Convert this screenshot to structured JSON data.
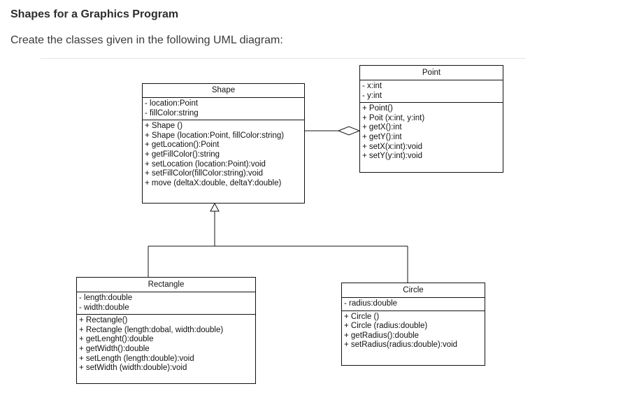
{
  "header": {
    "title": "Shapes for a Graphics Program",
    "instruction": "Create the classes given in the following UML diagram:"
  },
  "diagram": {
    "classes": {
      "shape": {
        "name": "Shape",
        "attributes": [
          "- location:Point",
          "- fillColor:string"
        ],
        "methods": [
          "+ Shape ()",
          "+ Shape (location:Point, fillColor:string)",
          "+ getLocation():Point",
          "+ getFillColor():string",
          "+ setLocation (location:Point):void",
          "+ setFillColor(fillColor:string):void",
          "+ move (deltaX:double, deltaY:double)"
        ]
      },
      "point": {
        "name": "Point",
        "attributes": [
          "- x:int",
          "- y:int"
        ],
        "methods": [
          "+ Point()",
          "+ Poit (x:int, y:int)",
          "+ getX():int",
          "+ getY():int",
          "+ setX(x:int):void",
          "+ setY(y:int):void"
        ]
      },
      "rectangle": {
        "name": "Rectangle",
        "attributes": [
          "- length:double",
          "- width:double"
        ],
        "methods": [
          "+ Rectangle()",
          "+ Rectangle (length:dobal, width:double)",
          "+ getLenght():double",
          "+ getWidth():double",
          "+ setLength (length:double):void",
          "+ setWidth (width:double):void"
        ]
      },
      "circle": {
        "name": "Circle",
        "attributes": [
          "- radius:double"
        ],
        "methods": [
          "+ Circle ()",
          "+ Circle (radius:double)",
          "+ getRadius():double",
          "+ setRadius(radius:double):void"
        ]
      }
    }
  }
}
